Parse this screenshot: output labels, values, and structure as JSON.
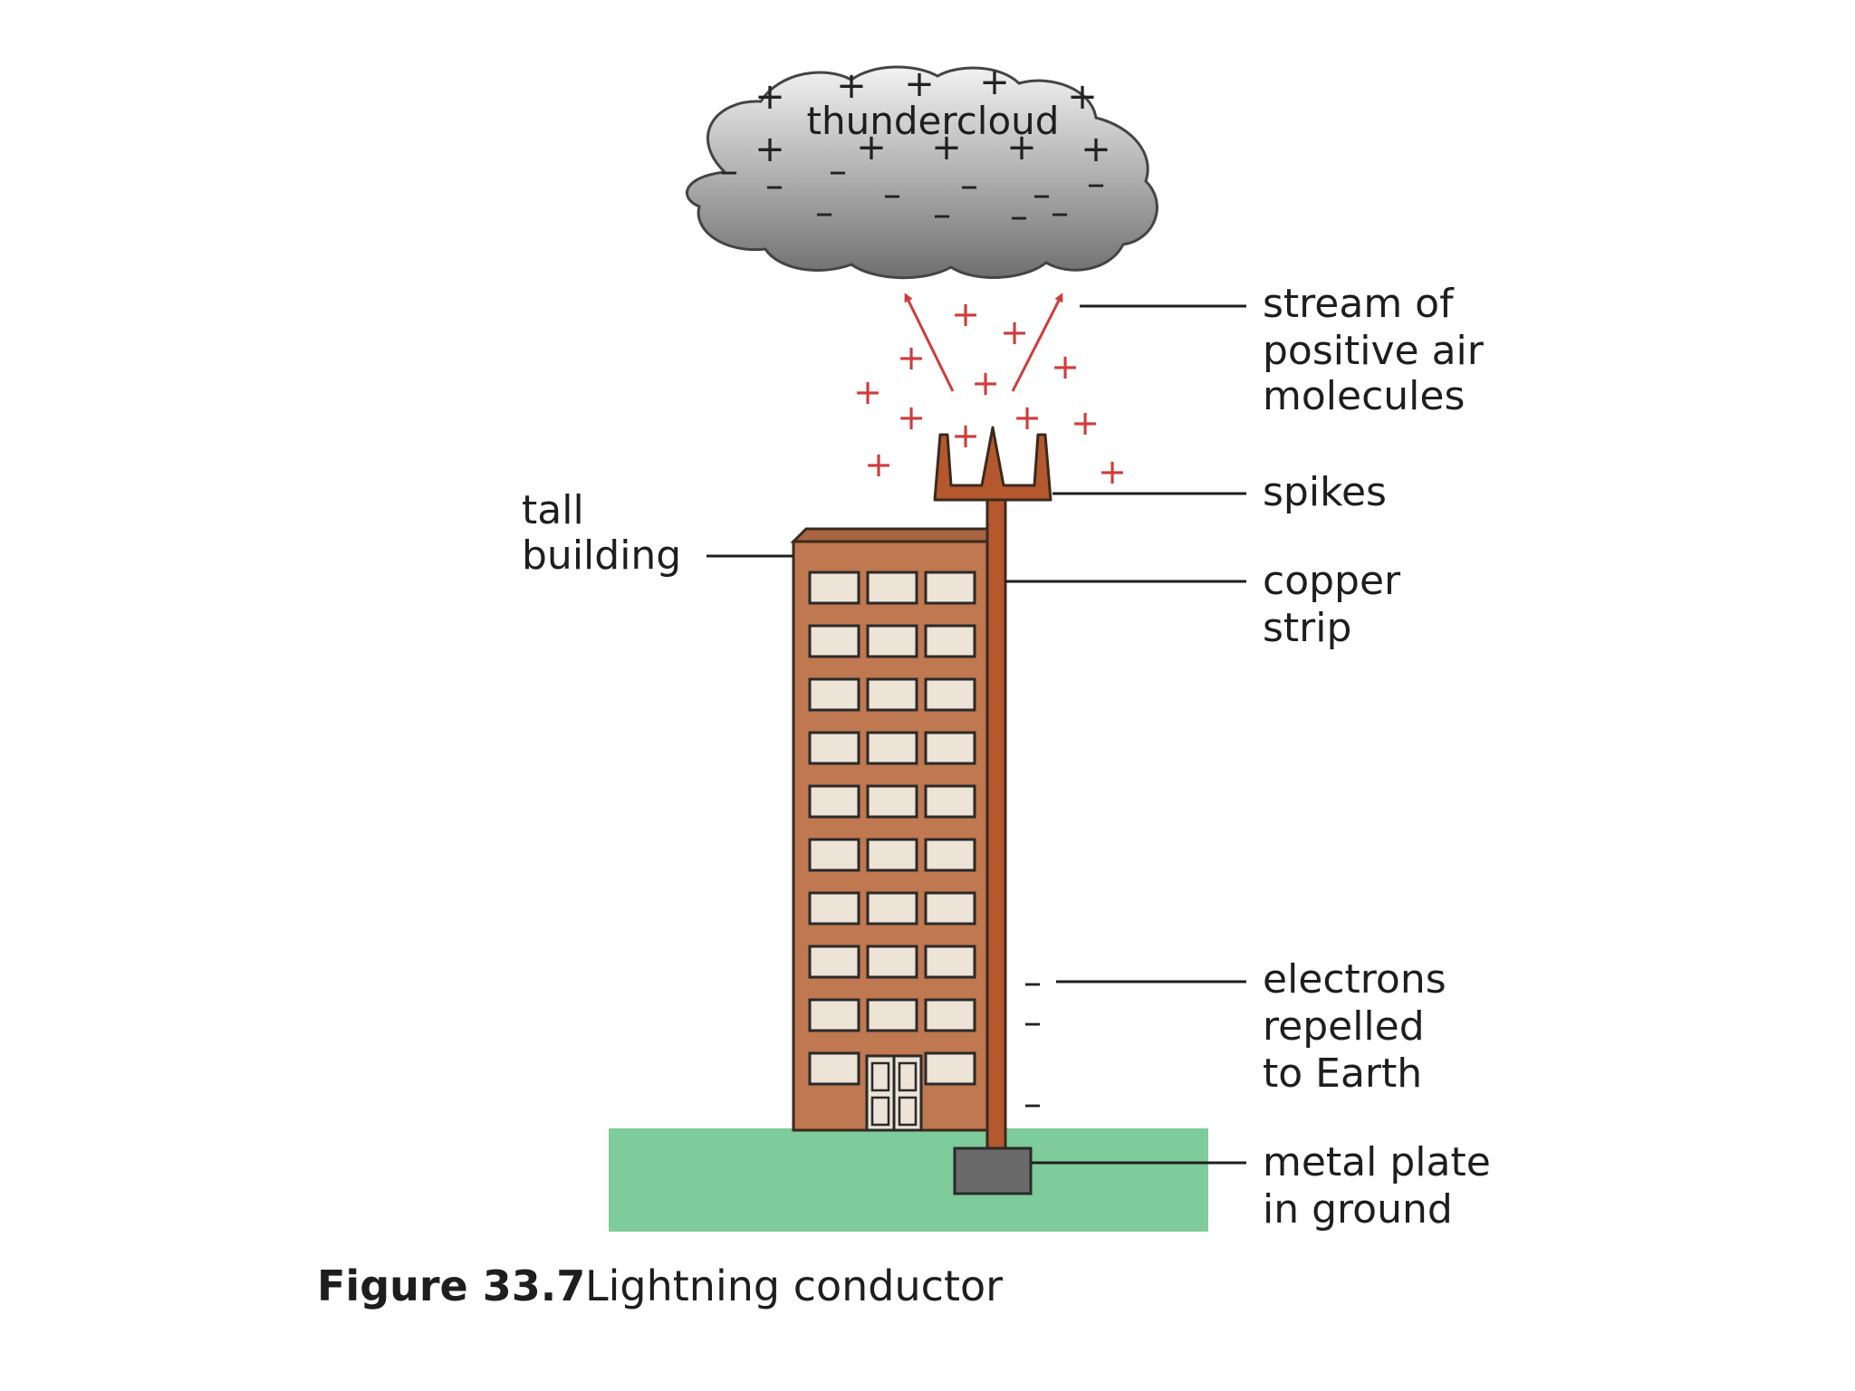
{
  "labels": {
    "cloud": "thundercloud",
    "stream": [
      "stream of",
      "positive air",
      "molecules"
    ],
    "spikes": "spikes",
    "building": [
      "tall",
      "building"
    ],
    "copper": [
      "copper",
      "strip"
    ],
    "electrons": [
      "electrons",
      "repelled",
      "to Earth"
    ],
    "plate": [
      "metal plate",
      "in ground"
    ]
  },
  "caption": {
    "number": "Figure 33.7",
    "title": "Lightning conductor"
  },
  "symbols": {
    "positive": "+",
    "negative": "–"
  },
  "colors": {
    "cloud": "#9a9a9a",
    "building": "#c07850",
    "window": "#ede3d6",
    "conductor": "#b5582e",
    "ground": "#7ecb9b",
    "plate": "#6a6a6a",
    "positive_ions": "#d23a3a"
  }
}
